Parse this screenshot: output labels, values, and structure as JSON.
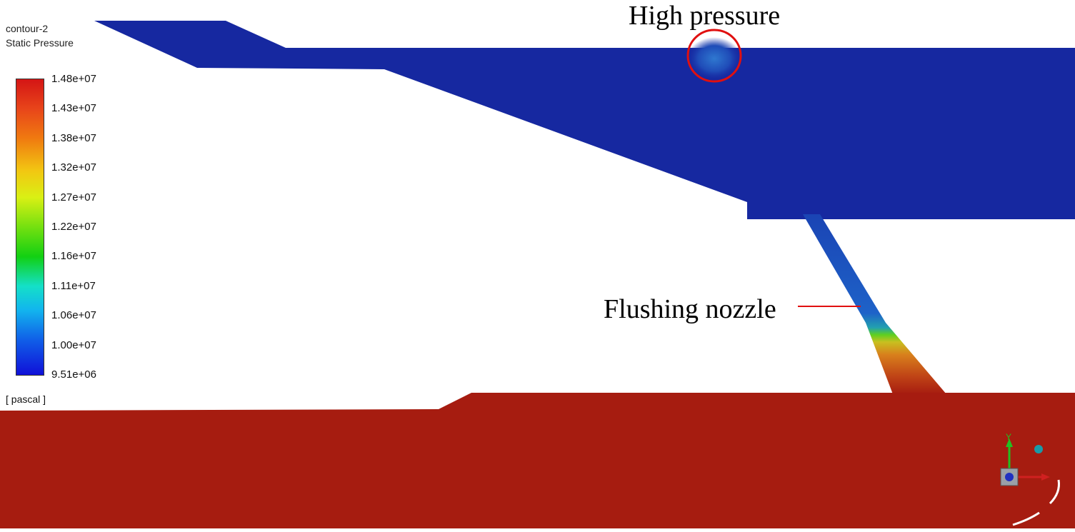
{
  "legend": {
    "line1": "contour-2",
    "line2": "Static Pressure",
    "ticks": [
      "1.48e+07",
      "1.43e+07",
      "1.38e+07",
      "1.32e+07",
      "1.27e+07",
      "1.22e+07",
      "1.16e+07",
      "1.11e+07",
      "1.06e+07",
      "1.00e+07",
      "9.51e+06"
    ],
    "unit": "[ pascal ]"
  },
  "annotations": {
    "high_pressure": "High pressure",
    "flushing_nozzle": "Flushing nozzle"
  },
  "colors": {
    "low_pressure_blue": "#1628a0",
    "high_pressure_red": "#a61c10",
    "annotation_red": "#e01010"
  },
  "icons": [
    "axis-triad-icon"
  ]
}
